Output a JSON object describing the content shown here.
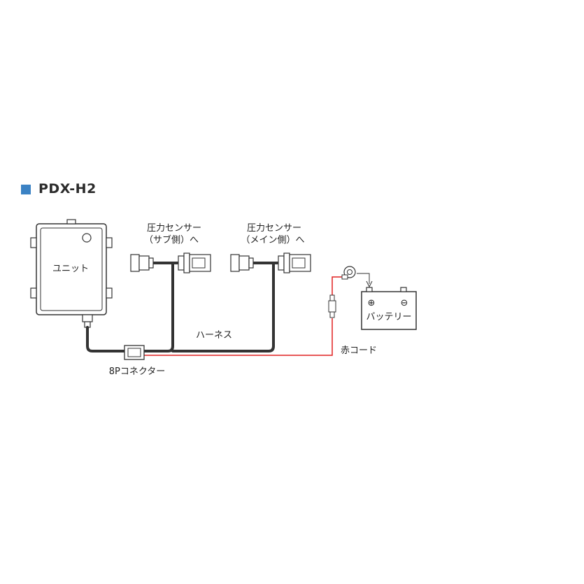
{
  "title": "PDX-H2",
  "colors": {
    "accent": "#3b82c4",
    "harness": "#333333",
    "red_cord": "#e02020"
  },
  "labels": {
    "unit": "ユニット",
    "sensor_sub_line1": "圧力センサー",
    "sensor_sub_line2": "（サブ側）へ",
    "sensor_main_line1": "圧力センサー",
    "sensor_main_line2": "（メイン側）へ",
    "harness": "ハーネス",
    "connector": "8Pコネクター",
    "red_cord": "赤コード",
    "battery": "バッテリー",
    "battery_plus": "⊕",
    "battery_minus": "⊖"
  }
}
